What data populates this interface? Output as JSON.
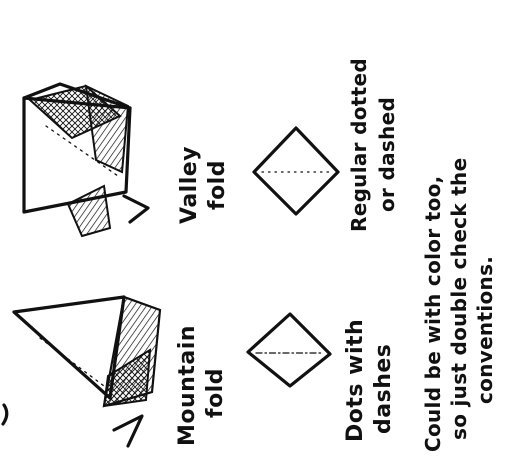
{
  "labels": {
    "mountain_fold": [
      "Mountain",
      "fold"
    ],
    "valley_fold": [
      "Valley",
      "fold"
    ],
    "mountain_convention": [
      "Dots with",
      "dashes"
    ],
    "valley_convention": [
      "Regular dotted",
      "or dashed"
    ],
    "note": [
      "Could be with color too,",
      "so just double check the",
      "conventions."
    ]
  }
}
